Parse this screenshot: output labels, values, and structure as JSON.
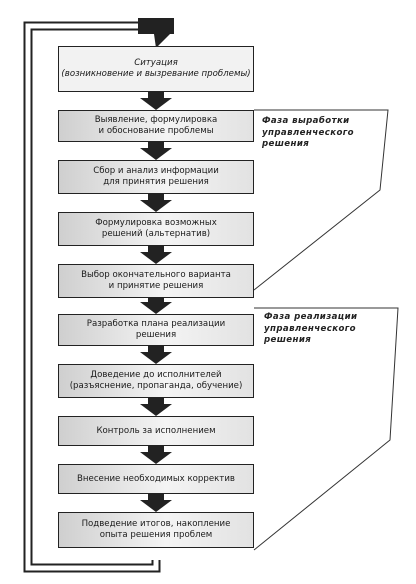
{
  "boxes": [
    {
      "id": "situation",
      "lines": [
        "Ситуация",
        "(возникновение и вызревание проблемы)"
      ]
    },
    {
      "id": "identify",
      "lines": [
        "Выявление, формулировка",
        "и обоснование проблемы"
      ]
    },
    {
      "id": "collect",
      "lines": [
        "Сбор и анализ информации",
        "для принятия решения"
      ]
    },
    {
      "id": "alternatives",
      "lines": [
        "Формулировка возможных",
        "решений (альтернатив)"
      ]
    },
    {
      "id": "choose",
      "lines": [
        "Выбор окончательного варианта",
        "и принятие решения"
      ]
    },
    {
      "id": "plan",
      "lines": [
        "Разработка плана реализации",
        "решения"
      ]
    },
    {
      "id": "deliver",
      "lines": [
        "Доведение до исполнителей",
        "(разъяснение, пропаганда, обучение)"
      ]
    },
    {
      "id": "control",
      "lines": [
        "Контроль за исполнением"
      ]
    },
    {
      "id": "corrections",
      "lines": [
        "Внесение необходимых корректив"
      ]
    },
    {
      "id": "summary",
      "lines": [
        "Подведение итогов, накопление",
        "опыта решения проблем"
      ]
    }
  ],
  "phases": [
    {
      "id": "development",
      "lines": [
        "Фаза выработки",
        "управленческого",
        "решения"
      ]
    },
    {
      "id": "implementation",
      "lines": [
        "Фаза реализации",
        "управленческого",
        "решения"
      ]
    }
  ]
}
